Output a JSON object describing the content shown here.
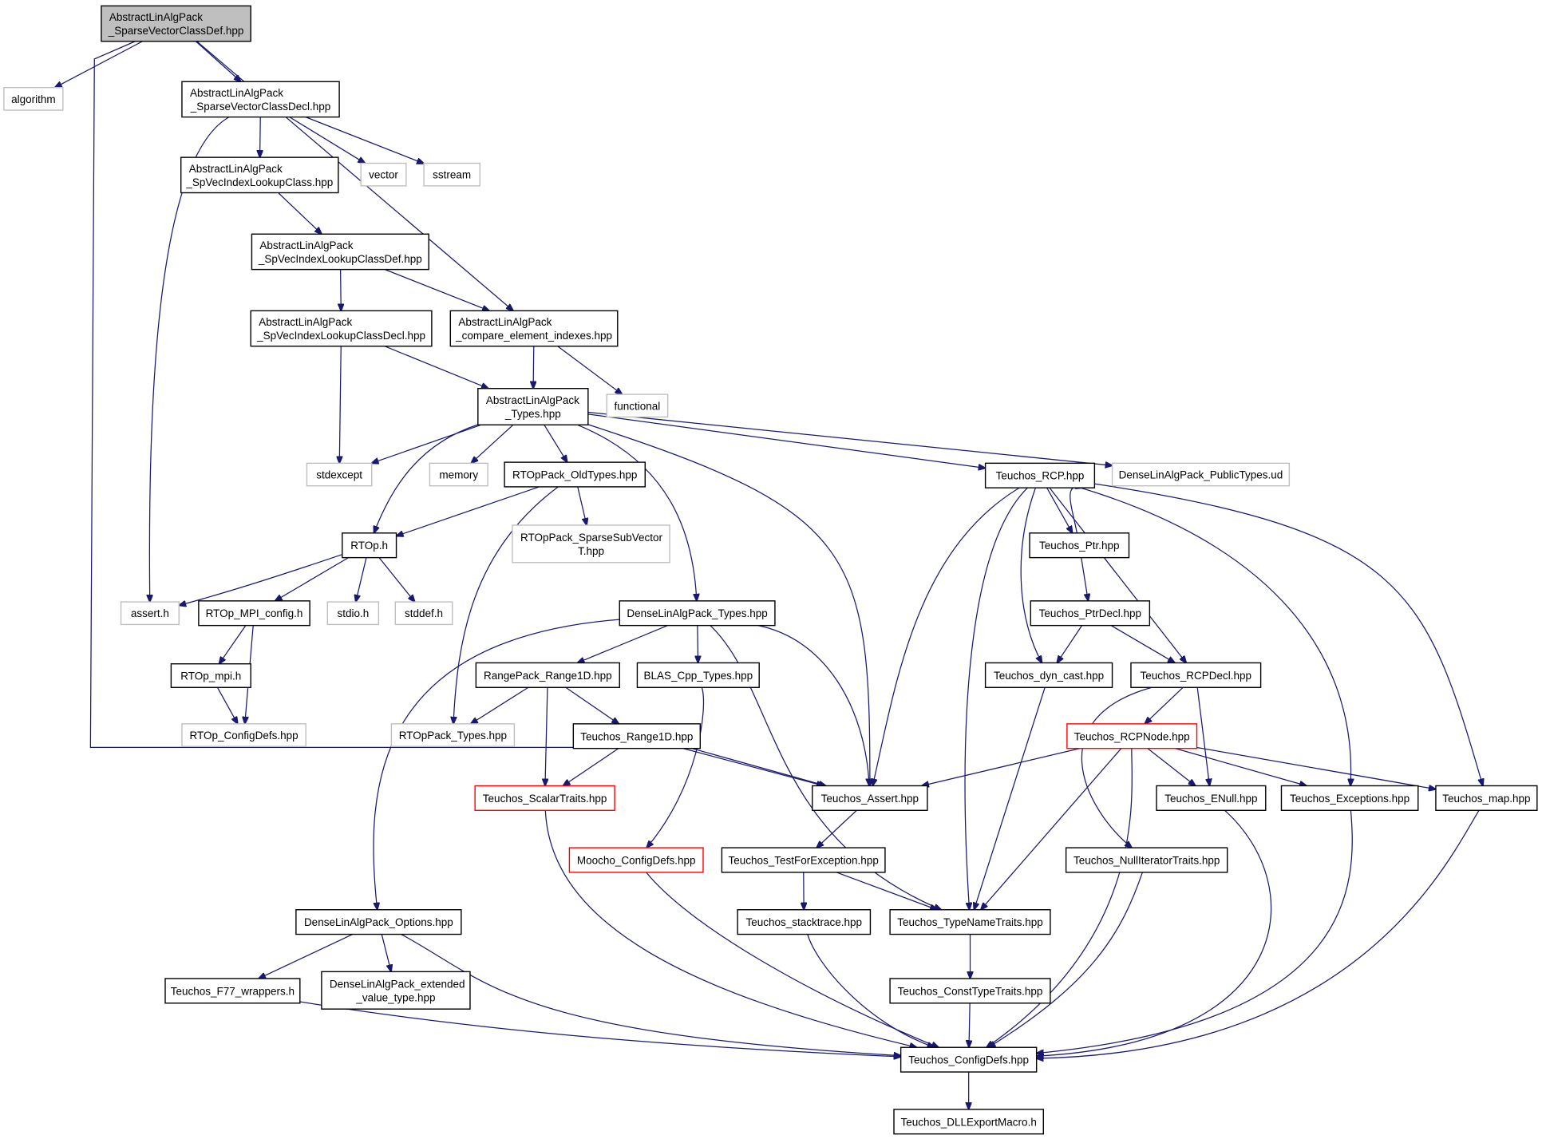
{
  "colors": {
    "edge": "#191970",
    "border_normal": "#000000",
    "border_external": "#bfbfbf",
    "border_truncated": "#ff0000",
    "root_fill": "#bfbfbf"
  },
  "nodes": {
    "root": {
      "lines": [
        "AbstractLinAlgPack",
        "_SparseVectorClassDef.hpp"
      ],
      "style": "root"
    },
    "algorithm": {
      "lines": [
        "algorithm"
      ],
      "style": "ext"
    },
    "decl": {
      "lines": [
        "AbstractLinAlgPack",
        "_SparseVectorClassDecl.hpp"
      ],
      "style": "normal"
    },
    "spvec": {
      "lines": [
        "AbstractLinAlgPack",
        "_SpVecIndexLookupClass.hpp"
      ],
      "style": "normal"
    },
    "vector": {
      "lines": [
        "vector"
      ],
      "style": "ext"
    },
    "sstream": {
      "lines": [
        "sstream"
      ],
      "style": "ext"
    },
    "spvecdef": {
      "lines": [
        "AbstractLinAlgPack",
        "_SpVecIndexLookupClassDef.hpp"
      ],
      "style": "normal"
    },
    "spvecdecl": {
      "lines": [
        "AbstractLinAlgPack",
        "_SpVecIndexLookupClassDecl.hpp"
      ],
      "style": "normal"
    },
    "compare": {
      "lines": [
        "AbstractLinAlgPack",
        "_compare_element_indexes.hpp"
      ],
      "style": "normal"
    },
    "types": {
      "lines": [
        "AbstractLinAlgPack",
        "_Types.hpp"
      ],
      "style": "normal"
    },
    "functional": {
      "lines": [
        "functional"
      ],
      "style": "ext"
    },
    "stdexcept": {
      "lines": [
        "stdexcept"
      ],
      "style": "ext"
    },
    "memory": {
      "lines": [
        "memory"
      ],
      "style": "ext"
    },
    "oldtypes": {
      "lines": [
        "RTOpPack_OldTypes.hpp"
      ],
      "style": "normal"
    },
    "rcp": {
      "lines": [
        "Teuchos_RCP.hpp"
      ],
      "style": "normal"
    },
    "publictypes": {
      "lines": [
        "DenseLinAlgPack_PublicTypes.ud"
      ],
      "style": "ext"
    },
    "rtoph": {
      "lines": [
        "RTOp.h"
      ],
      "style": "normal"
    },
    "sparsesub": {
      "lines": [
        "RTOpPack_SparseSubVector",
        "T.hpp"
      ],
      "style": "ext"
    },
    "ptr": {
      "lines": [
        "Teuchos_Ptr.hpp"
      ],
      "style": "normal"
    },
    "asserth": {
      "lines": [
        "assert.h"
      ],
      "style": "ext"
    },
    "mpiconfig": {
      "lines": [
        "RTOp_MPI_config.h"
      ],
      "style": "normal"
    },
    "stdio": {
      "lines": [
        "stdio.h"
      ],
      "style": "ext"
    },
    "stddef": {
      "lines": [
        "stddef.h"
      ],
      "style": "ext"
    },
    "densetypes": {
      "lines": [
        "DenseLinAlgPack_Types.hpp"
      ],
      "style": "normal"
    },
    "ptrdecl": {
      "lines": [
        "Teuchos_PtrDecl.hpp"
      ],
      "style": "normal"
    },
    "mpih": {
      "lines": [
        "RTOp_mpi.h"
      ],
      "style": "normal"
    },
    "range1d": {
      "lines": [
        "RangePack_Range1D.hpp"
      ],
      "style": "normal"
    },
    "blas": {
      "lines": [
        "BLAS_Cpp_Types.hpp"
      ],
      "style": "normal"
    },
    "dyncast": {
      "lines": [
        "Teuchos_dyn_cast.hpp"
      ],
      "style": "normal"
    },
    "rcpdecl": {
      "lines": [
        "Teuchos_RCPDecl.hpp"
      ],
      "style": "normal"
    },
    "rtopconfig": {
      "lines": [
        "RTOp_ConfigDefs.hpp"
      ],
      "style": "ext"
    },
    "rtoppacktypes": {
      "lines": [
        "RTOpPack_Types.hpp"
      ],
      "style": "ext"
    },
    "trange1d": {
      "lines": [
        "Teuchos_Range1D.hpp"
      ],
      "style": "normal"
    },
    "rcpnode": {
      "lines": [
        "Teuchos_RCPNode.hpp"
      ],
      "style": "red"
    },
    "scalar": {
      "lines": [
        "Teuchos_ScalarTraits.hpp"
      ],
      "style": "red"
    },
    "tassert": {
      "lines": [
        "Teuchos_Assert.hpp"
      ],
      "style": "normal"
    },
    "enull": {
      "lines": [
        "Teuchos_ENull.hpp"
      ],
      "style": "normal"
    },
    "exceptions": {
      "lines": [
        "Teuchos_Exceptions.hpp"
      ],
      "style": "normal"
    },
    "tmap": {
      "lines": [
        "Teuchos_map.hpp"
      ],
      "style": "normal"
    },
    "moocho": {
      "lines": [
        "Moocho_ConfigDefs.hpp"
      ],
      "style": "red"
    },
    "testfor": {
      "lines": [
        "Teuchos_TestForException.hpp"
      ],
      "style": "normal"
    },
    "nulliter": {
      "lines": [
        "Teuchos_NullIteratorTraits.hpp"
      ],
      "style": "normal"
    },
    "options": {
      "lines": [
        "DenseLinAlgPack_Options.hpp"
      ],
      "style": "normal"
    },
    "stacktrace": {
      "lines": [
        "Teuchos_stacktrace.hpp"
      ],
      "style": "normal"
    },
    "typename": {
      "lines": [
        "Teuchos_TypeNameTraits.hpp"
      ],
      "style": "normal"
    },
    "f77": {
      "lines": [
        "Teuchos_F77_wrappers.h"
      ],
      "style": "normal"
    },
    "extended": {
      "lines": [
        "DenseLinAlgPack_extended",
        "_value_type.hpp"
      ],
      "style": "normal"
    },
    "consttype": {
      "lines": [
        "Teuchos_ConstTypeTraits.hpp"
      ],
      "style": "normal"
    },
    "configdefs": {
      "lines": [
        "Teuchos_ConfigDefs.hpp"
      ],
      "style": "normal"
    },
    "dllexport": {
      "lines": [
        "Teuchos_DLLExportMacro.h"
      ],
      "style": "normal"
    }
  },
  "edges": [
    [
      "root",
      "algorithm"
    ],
    [
      "root",
      "decl"
    ],
    [
      "root",
      "compare"
    ],
    [
      "root",
      "tassert"
    ],
    [
      "decl",
      "spvec"
    ],
    [
      "decl",
      "vector"
    ],
    [
      "decl",
      "sstream"
    ],
    [
      "decl",
      "asserth"
    ],
    [
      "spvec",
      "spvecdef"
    ],
    [
      "spvecdef",
      "spvecdecl"
    ],
    [
      "spvecdef",
      "compare"
    ],
    [
      "spvecdecl",
      "types"
    ],
    [
      "spvecdecl",
      "stdexcept"
    ],
    [
      "compare",
      "types"
    ],
    [
      "compare",
      "functional"
    ],
    [
      "types",
      "stdexcept"
    ],
    [
      "types",
      "memory"
    ],
    [
      "types",
      "oldtypes"
    ],
    [
      "types",
      "rtoph"
    ],
    [
      "types",
      "densetypes"
    ],
    [
      "types",
      "tassert"
    ],
    [
      "types",
      "rcp"
    ],
    [
      "types",
      "publictypes"
    ],
    [
      "oldtypes",
      "rtoph"
    ],
    [
      "oldtypes",
      "sparsesub"
    ],
    [
      "oldtypes",
      "rtoppacktypes"
    ],
    [
      "rtoph",
      "asserth"
    ],
    [
      "rtoph",
      "mpiconfig"
    ],
    [
      "rtoph",
      "stdio"
    ],
    [
      "rtoph",
      "stddef"
    ],
    [
      "mpiconfig",
      "mpih"
    ],
    [
      "mpiconfig",
      "rtopconfig"
    ],
    [
      "mpih",
      "rtopconfig"
    ],
    [
      "rcp",
      "ptr"
    ],
    [
      "rcp",
      "tassert"
    ],
    [
      "rcp",
      "typename"
    ],
    [
      "rcp",
      "dyncast"
    ],
    [
      "rcp",
      "rcpdecl"
    ],
    [
      "rcp",
      "exceptions"
    ],
    [
      "rcp",
      "tmap"
    ],
    [
      "ptr",
      "rcp"
    ],
    [
      "ptr",
      "ptrdecl"
    ],
    [
      "ptrdecl",
      "dyncast"
    ],
    [
      "ptrdecl",
      "rcpdecl"
    ],
    [
      "dyncast",
      "typename"
    ],
    [
      "rcpdecl",
      "rcpnode"
    ],
    [
      "rcpdecl",
      "enull"
    ],
    [
      "rcpdecl",
      "nulliter"
    ],
    [
      "rcpnode",
      "tassert"
    ],
    [
      "rcpnode",
      "typename"
    ],
    [
      "rcpnode",
      "enull"
    ],
    [
      "rcpnode",
      "exceptions"
    ],
    [
      "rcpnode",
      "tmap"
    ],
    [
      "rcpnode",
      "configdefs"
    ],
    [
      "densetypes",
      "range1d"
    ],
    [
      "densetypes",
      "blas"
    ],
    [
      "densetypes",
      "options"
    ],
    [
      "densetypes",
      "tassert"
    ],
    [
      "densetypes",
      "typename"
    ],
    [
      "range1d",
      "rtoppacktypes"
    ],
    [
      "range1d",
      "trange1d"
    ],
    [
      "range1d",
      "scalar"
    ],
    [
      "blas",
      "moocho"
    ],
    [
      "trange1d",
      "scalar"
    ],
    [
      "trange1d",
      "tassert"
    ],
    [
      "tassert",
      "testfor"
    ],
    [
      "testfor",
      "stacktrace"
    ],
    [
      "testfor",
      "typename"
    ],
    [
      "typename",
      "consttype"
    ],
    [
      "consttype",
      "configdefs"
    ],
    [
      "stacktrace",
      "configdefs"
    ],
    [
      "nulliter",
      "configdefs"
    ],
    [
      "enull",
      "configdefs"
    ],
    [
      "exceptions",
      "configdefs"
    ],
    [
      "tmap",
      "configdefs"
    ],
    [
      "scalar",
      "configdefs"
    ],
    [
      "moocho",
      "configdefs"
    ],
    [
      "options",
      "f77"
    ],
    [
      "options",
      "extended"
    ],
    [
      "options",
      "configdefs"
    ],
    [
      "f77",
      "configdefs"
    ],
    [
      "configdefs",
      "dllexport"
    ]
  ]
}
